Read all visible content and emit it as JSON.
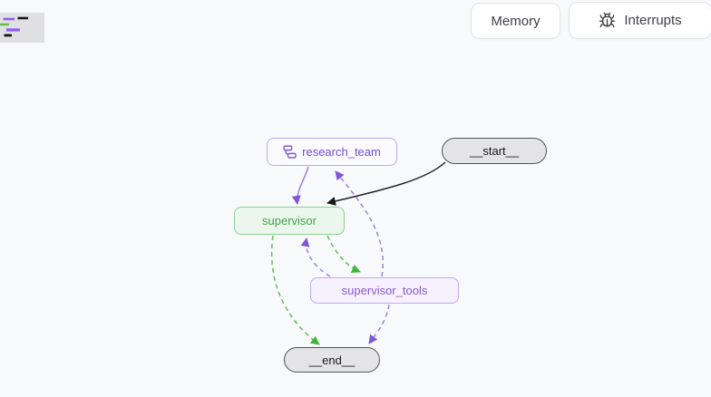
{
  "header": {
    "memory_button": {
      "label": "Memory"
    },
    "interrupts_button": {
      "label": "Interrupts",
      "icon": "bug-icon"
    }
  },
  "graph": {
    "nodes": [
      {
        "id": "research_team",
        "label": "research_team",
        "kind": "subgraph",
        "icon": "subgraph-icon",
        "accent": "#6d4fd4",
        "fill": "#fbfaff",
        "border": "#b9a8ec"
      },
      {
        "id": "__start__",
        "label": "__start__",
        "kind": "start",
        "accent": "#18181b",
        "fill": "#e4e4e7",
        "border": "#52525b"
      },
      {
        "id": "supervisor",
        "label": "supervisor",
        "kind": "task",
        "accent": "#44a248",
        "fill": "#ebf7ec",
        "border": "#8ecf92"
      },
      {
        "id": "supervisor_tools",
        "label": "supervisor_tools",
        "kind": "task",
        "accent": "#8a5bd6",
        "fill": "#f6f1fd",
        "border": "#c2abec"
      },
      {
        "id": "__end__",
        "label": "__end__",
        "kind": "end",
        "accent": "#18181b",
        "fill": "#e4e4e7",
        "border": "#52525b"
      }
    ],
    "edges": [
      {
        "from": "__start__",
        "to": "supervisor",
        "style": "solid",
        "color": "#27272a"
      },
      {
        "from": "research_team",
        "to": "supervisor",
        "style": "solid",
        "color": "#9d7fe2"
      },
      {
        "from": "supervisor_tools",
        "to": "research_team",
        "style": "dashed",
        "color": "#9d7fe2"
      },
      {
        "from": "supervisor",
        "to": "supervisor_tools",
        "style": "dashed",
        "color": "#63bd5f"
      },
      {
        "from": "supervisor_tools",
        "to": "supervisor",
        "style": "dashed",
        "color": "#9d7fe2"
      },
      {
        "from": "supervisor",
        "to": "__end__",
        "style": "dashed",
        "color": "#63bd5f"
      },
      {
        "from": "supervisor_tools",
        "to": "__end__",
        "style": "dashed",
        "color": "#9d7fe2"
      }
    ]
  },
  "colors": {
    "background": "#f8f9fb",
    "edge_purple": "#9d7fe2",
    "edge_green": "#63bd5f",
    "edge_black": "#27272a",
    "arrow_purple": "#7e57d6",
    "arrow_green": "#43b33e",
    "button_border": "#e4e4e7",
    "logo_background": "#e0e0e3"
  }
}
